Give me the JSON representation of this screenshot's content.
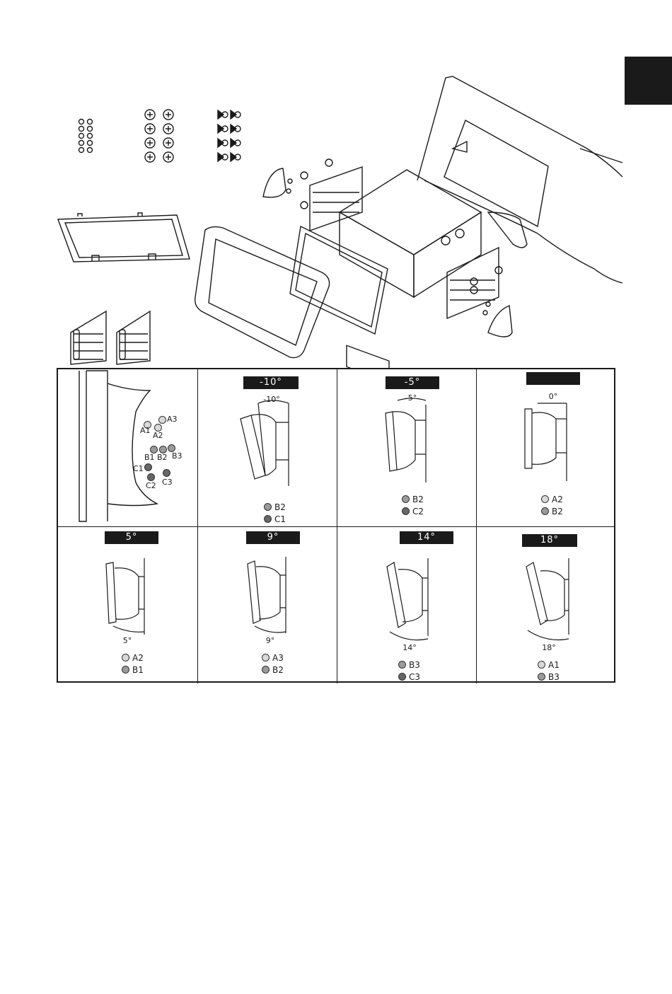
{
  "colors": {
    "ink": "#1a1a1a",
    "light_hole": "#d9d9d9",
    "mid_hole": "#9a9a9a",
    "dark_hole": "#666666"
  },
  "reference": {
    "labels": [
      "A1",
      "A2",
      "A3",
      "B1",
      "B2",
      "B3",
      "C1",
      "C2",
      "C3"
    ]
  },
  "panels": [
    {
      "id": "minus10",
      "header": "-10°",
      "angle": "-10°",
      "holes": [
        {
          "label": "B2",
          "tone": "mid"
        },
        {
          "label": "C1",
          "tone": "dark"
        }
      ]
    },
    {
      "id": "minus5",
      "header": "-5°",
      "angle": "-5°",
      "holes": [
        {
          "label": "B2",
          "tone": "mid"
        },
        {
          "label": "C2",
          "tone": "dark"
        }
      ]
    },
    {
      "id": "zero",
      "header": "",
      "angle": "0°",
      "holes": [
        {
          "label": "A2",
          "tone": "light"
        },
        {
          "label": "B2",
          "tone": "mid"
        }
      ]
    },
    {
      "id": "plus5",
      "header": "5°",
      "angle": "5°",
      "holes": [
        {
          "label": "A2",
          "tone": "light"
        },
        {
          "label": "B1",
          "tone": "mid"
        }
      ]
    },
    {
      "id": "plus9",
      "header": "9°",
      "angle": "9°",
      "holes": [
        {
          "label": "A3",
          "tone": "light"
        },
        {
          "label": "B2",
          "tone": "mid"
        }
      ]
    },
    {
      "id": "plus14",
      "header": "14°",
      "angle": "14°",
      "holes": [
        {
          "label": "B3",
          "tone": "mid"
        },
        {
          "label": "C3",
          "tone": "dark"
        }
      ]
    },
    {
      "id": "plus18",
      "header": "18°",
      "angle": "18°",
      "holes": [
        {
          "label": "A1",
          "tone": "light"
        },
        {
          "label": "B3",
          "tone": "mid"
        }
      ]
    }
  ]
}
